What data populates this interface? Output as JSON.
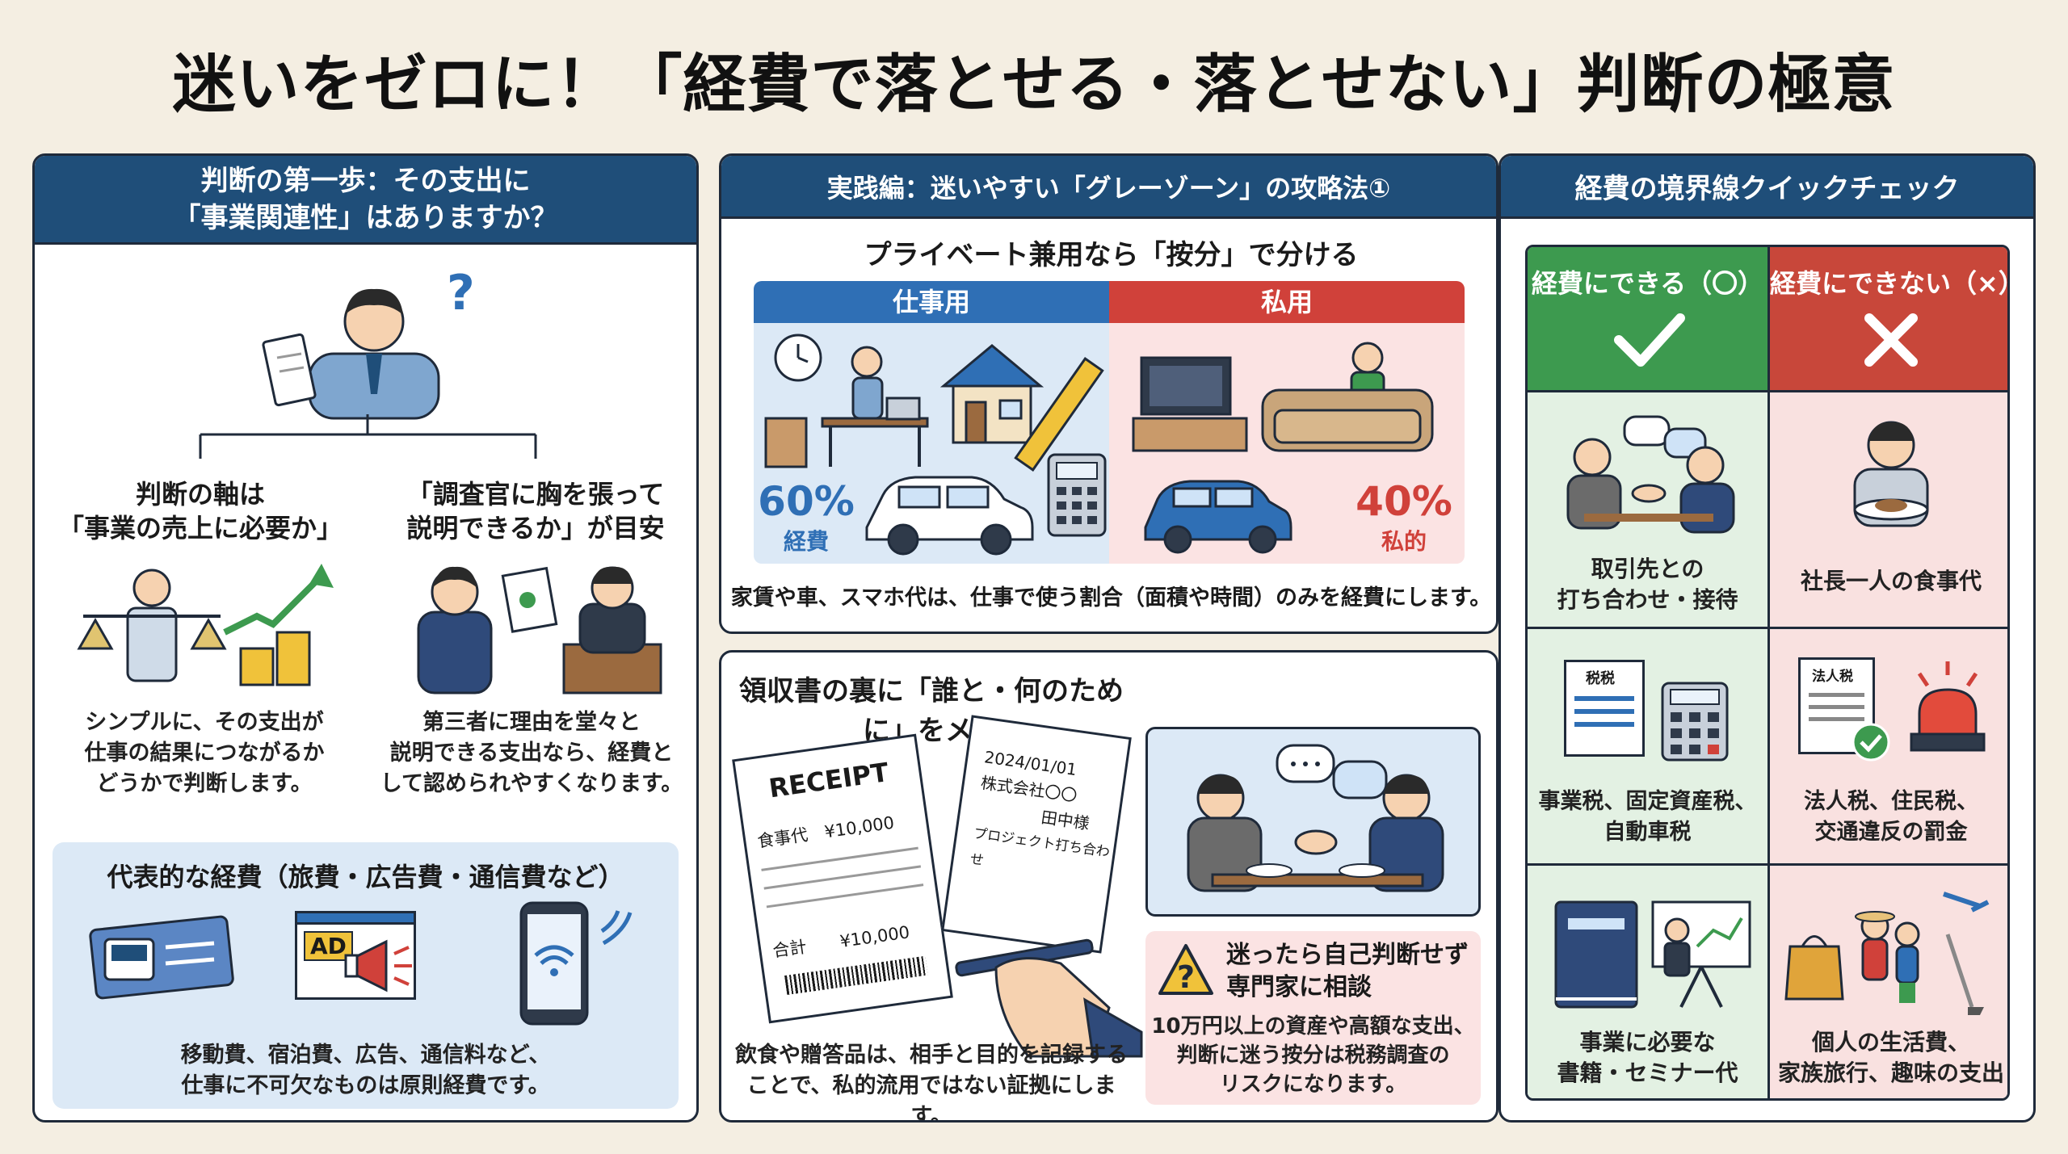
{
  "title": "迷いをゼロに！「経費で落とせる・落とせない」判断の極意",
  "left": {
    "header_line1": "判断の第一歩：その支出に",
    "header_line2": "「事業関連性」はありますか？",
    "axis1_line1": "判断の軸は",
    "axis1_line2": "「事業の売上に必要か」",
    "axis2_line1": "「調査官に胸を張って",
    "axis2_line2": "説明できるか」が目安",
    "desc1_line1": "シンプルに、その支出が",
    "desc1_line2": "仕事の結果につながるか",
    "desc1_line3": "どうかで判断します。",
    "desc2_line1": "第三者に理由を堂々と",
    "desc2_line2": "説明できる支出なら、経費と",
    "desc2_line3": "して認められやすくなります。",
    "rep_title": "代表的な経費（旅費・広告費・通信費など）",
    "ad_label": "AD",
    "rep_line1": "移動費、宿泊費、広告、通信料など、",
    "rep_line2": "仕事に不可欠なものは原則経費です。"
  },
  "middle": {
    "header": "実践編：迷いやすい「グレーゾーン」の攻略法①",
    "subtitle": "プライベート兼用なら「按分」で分ける",
    "work_label": "仕事用",
    "private_label": "私用",
    "work_pct": "60%",
    "work_pct_label": "経費",
    "private_pct": "40%",
    "private_pct_label": "私的",
    "split_note": "家賃や車、スマホ代は、仕事で使う割合（面積や時間）のみを経費にします。",
    "memo_title": "領収書の裏に「誰と・何のために」をメモ",
    "receipt_title": "RECEIPT",
    "receipt_item": "食事代　¥10,000",
    "receipt_total": "合計　　¥10,000",
    "memo_date": "2024/01/01",
    "memo_company": "株式会社〇〇",
    "memo_person": "田中様",
    "memo_purpose": "プロジェクト打ち合わせ",
    "memo_note_line1": "飲食や贈答品は、相手と目的を記録する",
    "memo_note_line2": "ことで、私的流用ではない証拠にします。",
    "warn_title_line1": "迷ったら自己判断せず",
    "warn_title_line2": "専門家に相談",
    "warn_text_line1": "10万円以上の資産や高額な支出、",
    "warn_text_line2": "判断に迷う按分は税務調査の",
    "warn_text_line3": "リスクになります。"
  },
  "right": {
    "header": "経費の境界線クイックチェック",
    "ok_header": "経費にできる（〇）",
    "ng_header": "経費にできない（×）",
    "rows": [
      {
        "ok_line1": "取引先との",
        "ok_line2": "打ち合わせ・接待",
        "ng_line1": "社長一人の食事代",
        "ng_line2": ""
      },
      {
        "ok_line1": "事業税、固定資産税、",
        "ok_line2": "自動車税",
        "ng_line1": "法人税、住民税、",
        "ng_line2": "交通違反の罰金"
      },
      {
        "ok_line1": "事業に必要な",
        "ok_line2": "書籍・セミナー代",
        "ng_line1": "個人の生活費、",
        "ng_line2": "家族旅行、趣味の支出"
      }
    ],
    "tax_doc_label": "税税",
    "corp_doc_label": "法人税"
  },
  "colors": {
    "navy": "#1f4e79",
    "ok_green": "#3d9a4f",
    "ng_red": "#c8473a",
    "ok_bg": "#e3f1e3",
    "ng_bg": "#f9e1e0",
    "light_blue": "#dce9f6",
    "light_pink": "#fbe3e3",
    "work_pct_color": "#2f6fb5",
    "private_pct_color": "#d0413a"
  }
}
